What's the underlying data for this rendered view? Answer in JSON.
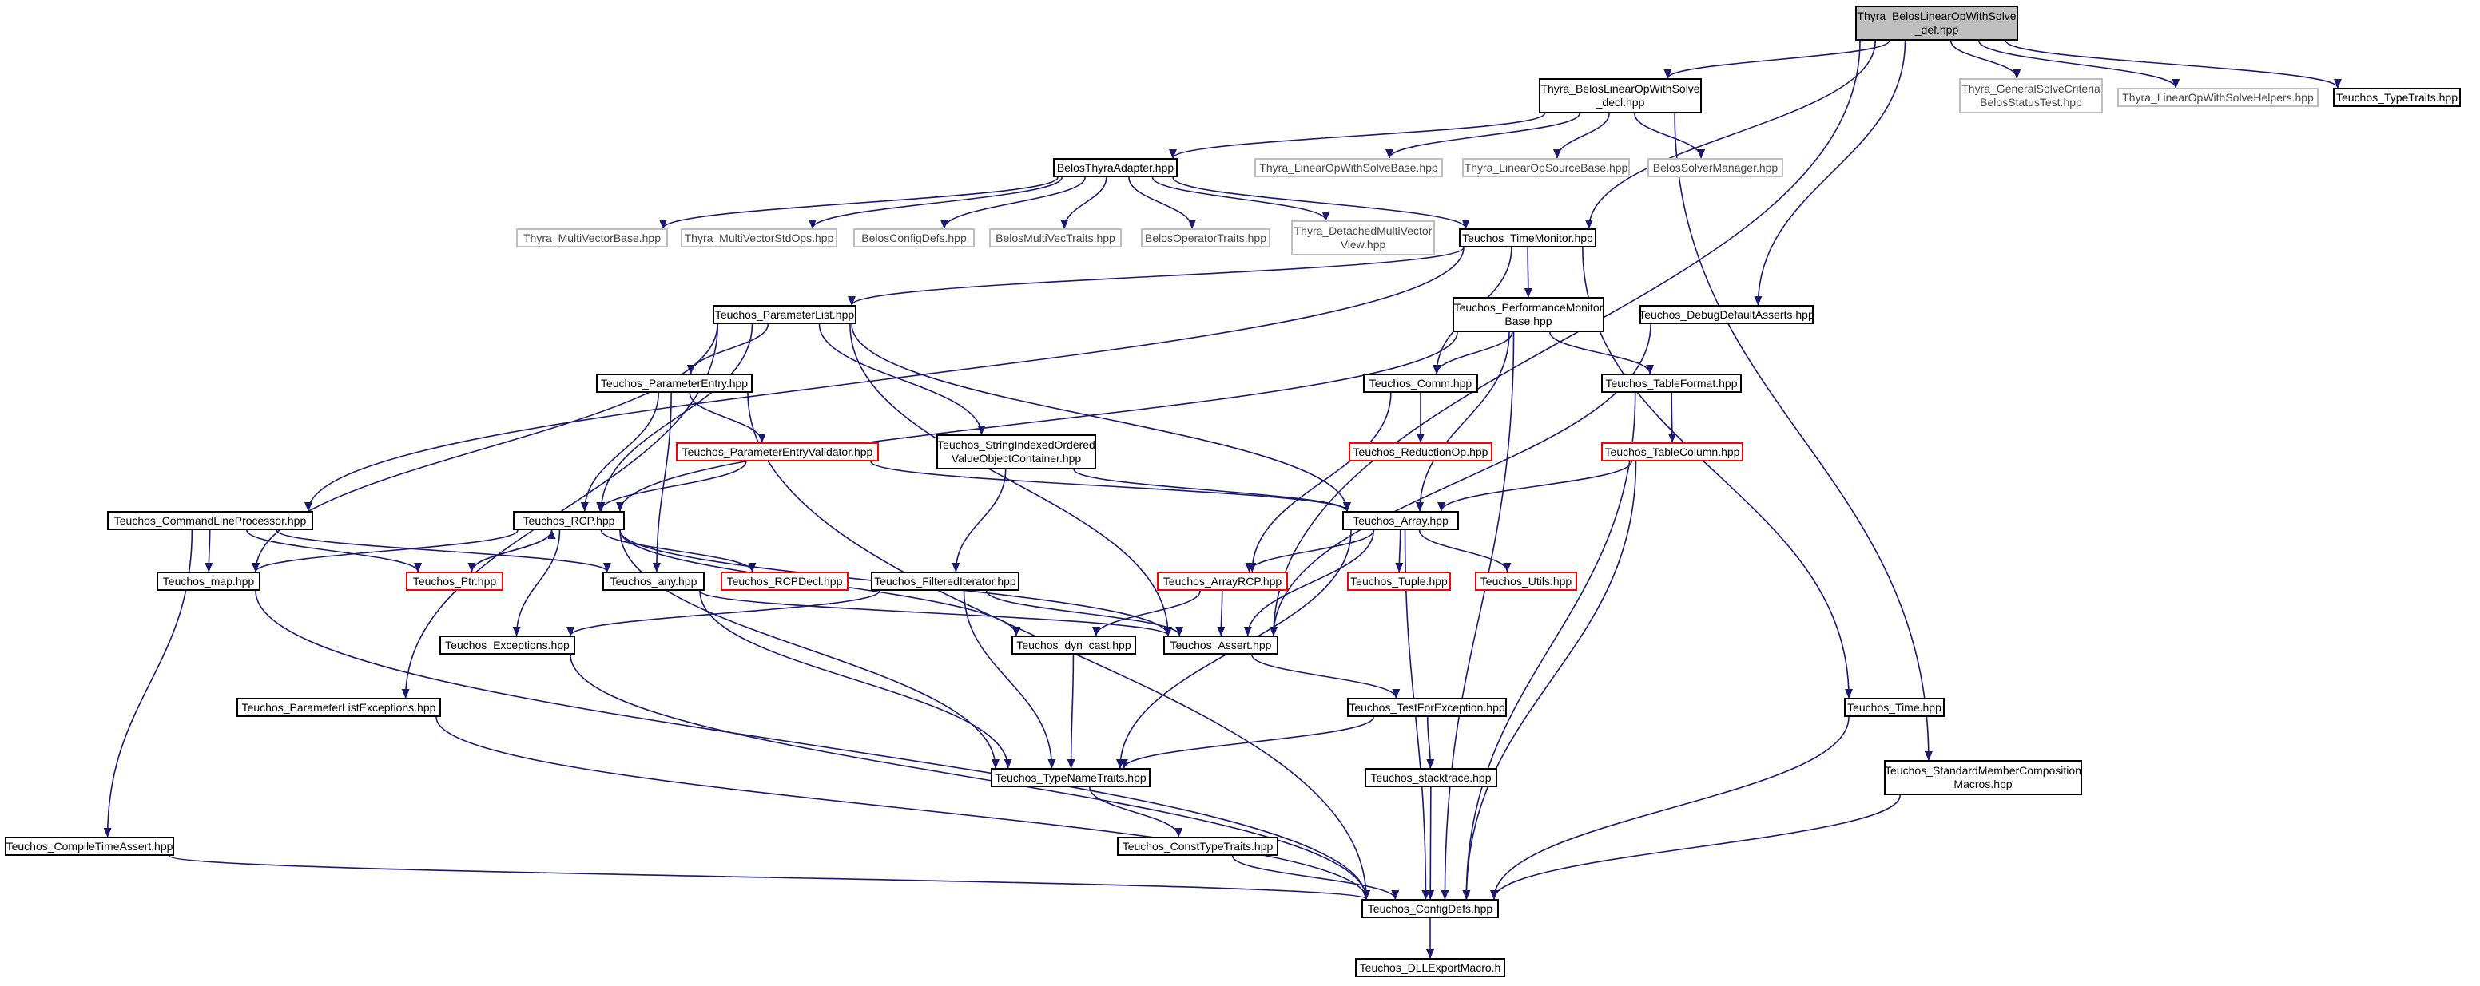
{
  "colors": {
    "edge": "#191970",
    "node_border": "#000000",
    "external_border": "#bfbfbf",
    "incomplete_border": "#ff0000",
    "root_fill": "#bfbfbf"
  },
  "nodes": {
    "thyra_def": {
      "lines": [
        "Thyra_BelosLinearOpWithSolve",
        "_def.hpp"
      ],
      "style": "root"
    },
    "thyra_decl": {
      "lines": [
        "Thyra_BelosLinearOpWithSolve",
        "_decl.hpp"
      ],
      "style": "normal"
    },
    "thyra_gsc": {
      "lines": [
        "Thyra_GeneralSolveCriteria",
        "BelosStatusTest.hpp"
      ],
      "style": "gray"
    },
    "thyra_lowsh": {
      "lines": [
        "Thyra_LinearOpWithSolveHelpers.hpp"
      ],
      "style": "gray"
    },
    "typetraits": {
      "lines": [
        "Teuchos_TypeTraits.hpp"
      ],
      "style": "normal"
    },
    "belosthyra": {
      "lines": [
        "BelosThyraAdapter.hpp"
      ],
      "style": "normal"
    },
    "thyra_lowsb": {
      "lines": [
        "Thyra_LinearOpWithSolveBase.hpp"
      ],
      "style": "gray"
    },
    "thyra_losb": {
      "lines": [
        "Thyra_LinearOpSourceBase.hpp"
      ],
      "style": "gray"
    },
    "belossm": {
      "lines": [
        "BelosSolverManager.hpp"
      ],
      "style": "gray"
    },
    "thyra_mvb": {
      "lines": [
        "Thyra_MultiVectorBase.hpp"
      ],
      "style": "gray"
    },
    "thyra_mvso": {
      "lines": [
        "Thyra_MultiVectorStdOps.hpp"
      ],
      "style": "gray"
    },
    "belosconfig": {
      "lines": [
        "BelosConfigDefs.hpp"
      ],
      "style": "gray"
    },
    "belosmvt": {
      "lines": [
        "BelosMultiVecTraits.hpp"
      ],
      "style": "gray"
    },
    "belosopt": {
      "lines": [
        "BelosOperatorTraits.hpp"
      ],
      "style": "gray"
    },
    "thyra_dmv": {
      "lines": [
        "Thyra_DetachedMultiVector",
        "View.hpp"
      ],
      "style": "gray"
    },
    "timemonitor": {
      "lines": [
        "Teuchos_TimeMonitor.hpp"
      ],
      "style": "normal"
    },
    "paramlist": {
      "lines": [
        "Teuchos_ParameterList.hpp"
      ],
      "style": "normal"
    },
    "perfmon": {
      "lines": [
        "Teuchos_PerformanceMonitor",
        "Base.hpp"
      ],
      "style": "normal"
    },
    "debugdefault": {
      "lines": [
        "Teuchos_DebugDefaultAsserts.hpp"
      ],
      "style": "normal"
    },
    "paramentry": {
      "lines": [
        "Teuchos_ParameterEntry.hpp"
      ],
      "style": "normal"
    },
    "comm": {
      "lines": [
        "Teuchos_Comm.hpp"
      ],
      "style": "normal"
    },
    "tableformat": {
      "lines": [
        "Teuchos_TableFormat.hpp"
      ],
      "style": "normal"
    },
    "peval": {
      "lines": [
        "Teuchos_ParameterEntryValidator.hpp"
      ],
      "style": "red"
    },
    "strindexed": {
      "lines": [
        "Teuchos_StringIndexedOrdered",
        "ValueObjectContainer.hpp"
      ],
      "style": "normal"
    },
    "reductionop": {
      "lines": [
        "Teuchos_ReductionOp.hpp"
      ],
      "style": "red"
    },
    "tablecolumn": {
      "lines": [
        "Teuchos_TableColumn.hpp"
      ],
      "style": "red"
    },
    "cmdline": {
      "lines": [
        "Teuchos_CommandLineProcessor.hpp"
      ],
      "style": "normal"
    },
    "rcp": {
      "lines": [
        "Teuchos_RCP.hpp"
      ],
      "style": "normal"
    },
    "array": {
      "lines": [
        "Teuchos_Array.hpp"
      ],
      "style": "normal"
    },
    "map": {
      "lines": [
        "Teuchos_map.hpp"
      ],
      "style": "normal"
    },
    "ptr": {
      "lines": [
        "Teuchos_Ptr.hpp"
      ],
      "style": "red"
    },
    "any": {
      "lines": [
        "Teuchos_any.hpp"
      ],
      "style": "normal"
    },
    "rcpdecl": {
      "lines": [
        "Teuchos_RCPDecl.hpp"
      ],
      "style": "red"
    },
    "filtered": {
      "lines": [
        "Teuchos_FilteredIterator.hpp"
      ],
      "style": "normal"
    },
    "arrayrcp": {
      "lines": [
        "Teuchos_ArrayRCP.hpp"
      ],
      "style": "red"
    },
    "tuple": {
      "lines": [
        "Teuchos_Tuple.hpp"
      ],
      "style": "red"
    },
    "utils": {
      "lines": [
        "Teuchos_Utils.hpp"
      ],
      "style": "red"
    },
    "exceptions": {
      "lines": [
        "Teuchos_Exceptions.hpp"
      ],
      "style": "normal"
    },
    "dyncast": {
      "lines": [
        "Teuchos_dyn_cast.hpp"
      ],
      "style": "normal"
    },
    "assert": {
      "lines": [
        "Teuchos_Assert.hpp"
      ],
      "style": "normal"
    },
    "plexceptions": {
      "lines": [
        "Teuchos_ParameterListExceptions.hpp"
      ],
      "style": "normal"
    },
    "testforexc": {
      "lines": [
        "Teuchos_TestForException.hpp"
      ],
      "style": "normal"
    },
    "time": {
      "lines": [
        "Teuchos_Time.hpp"
      ],
      "style": "normal"
    },
    "typename": {
      "lines": [
        "Teuchos_TypeNameTraits.hpp"
      ],
      "style": "normal"
    },
    "stacktrace": {
      "lines": [
        "Teuchos_stacktrace.hpp"
      ],
      "style": "normal"
    },
    "stdmember": {
      "lines": [
        "Teuchos_StandardMemberComposition",
        "Macros.hpp"
      ],
      "style": "normal"
    },
    "compiletime": {
      "lines": [
        "Teuchos_CompileTimeAssert.hpp"
      ],
      "style": "normal"
    },
    "consttype": {
      "lines": [
        "Teuchos_ConstTypeTraits.hpp"
      ],
      "style": "normal"
    },
    "configdefs": {
      "lines": [
        "Teuchos_ConfigDefs.hpp"
      ],
      "style": "normal"
    },
    "dllexport": {
      "lines": [
        "Teuchos_DLLExportMacro.h"
      ],
      "style": "normal"
    }
  },
  "edges": [
    [
      "thyra_def",
      "thyra_decl"
    ],
    [
      "thyra_def",
      "thyra_gsc"
    ],
    [
      "thyra_def",
      "thyra_lowsh"
    ],
    [
      "thyra_def",
      "typetraits"
    ],
    [
      "thyra_def",
      "timemonitor"
    ],
    [
      "thyra_def",
      "debugdefault"
    ],
    [
      "thyra_def",
      "assert"
    ],
    [
      "thyra_decl",
      "belosthyra"
    ],
    [
      "thyra_decl",
      "thyra_lowsb"
    ],
    [
      "thyra_decl",
      "thyra_losb"
    ],
    [
      "thyra_decl",
      "belossm"
    ],
    [
      "thyra_decl",
      "stdmember"
    ],
    [
      "belosthyra",
      "thyra_mvb"
    ],
    [
      "belosthyra",
      "thyra_mvso"
    ],
    [
      "belosthyra",
      "belosconfig"
    ],
    [
      "belosthyra",
      "belosmvt"
    ],
    [
      "belosthyra",
      "belosopt"
    ],
    [
      "belosthyra",
      "thyra_dmv"
    ],
    [
      "belosthyra",
      "timemonitor"
    ],
    [
      "timemonitor",
      "paramlist"
    ],
    [
      "timemonitor",
      "perfmon"
    ],
    [
      "timemonitor",
      "comm"
    ],
    [
      "timemonitor",
      "cmdline"
    ],
    [
      "timemonitor",
      "time"
    ],
    [
      "paramlist",
      "paramentry"
    ],
    [
      "paramlist",
      "strindexed"
    ],
    [
      "paramlist",
      "rcp"
    ],
    [
      "paramlist",
      "map"
    ],
    [
      "paramlist",
      "plexceptions"
    ],
    [
      "paramlist",
      "array"
    ],
    [
      "paramlist",
      "assert"
    ],
    [
      "perfmon",
      "comm"
    ],
    [
      "perfmon",
      "tableformat"
    ],
    [
      "perfmon",
      "array"
    ],
    [
      "perfmon",
      "rcp"
    ],
    [
      "perfmon",
      "configdefs"
    ],
    [
      "paramentry",
      "peval"
    ],
    [
      "paramentry",
      "rcp"
    ],
    [
      "paramentry",
      "any"
    ],
    [
      "paramentry",
      "configdefs"
    ],
    [
      "peval",
      "rcp"
    ],
    [
      "peval",
      "array"
    ],
    [
      "strindexed",
      "filtered"
    ],
    [
      "strindexed",
      "array"
    ],
    [
      "comm",
      "reductionop"
    ],
    [
      "comm",
      "arrayrcp"
    ],
    [
      "tableformat",
      "tablecolumn"
    ],
    [
      "tableformat",
      "configdefs"
    ],
    [
      "tablecolumn",
      "array"
    ],
    [
      "tablecolumn",
      "configdefs"
    ],
    [
      "debugdefault",
      "assert"
    ],
    [
      "cmdline",
      "map"
    ],
    [
      "cmdline",
      "ptr"
    ],
    [
      "cmdline",
      "any"
    ],
    [
      "cmdline",
      "compiletime"
    ],
    [
      "rcp",
      "ptr"
    ],
    [
      "ptr",
      "rcp"
    ],
    [
      "rcp",
      "map"
    ],
    [
      "rcp",
      "rcpdecl"
    ],
    [
      "rcp",
      "exceptions"
    ],
    [
      "rcp",
      "dyncast"
    ],
    [
      "rcp",
      "assert"
    ],
    [
      "rcp",
      "typename"
    ],
    [
      "array",
      "arrayrcp"
    ],
    [
      "array",
      "tuple"
    ],
    [
      "array",
      "utils"
    ],
    [
      "array",
      "assert"
    ],
    [
      "array",
      "typename"
    ],
    [
      "array",
      "configdefs"
    ],
    [
      "arrayrcp",
      "dyncast"
    ],
    [
      "arrayrcp",
      "assert"
    ],
    [
      "any",
      "assert"
    ],
    [
      "any",
      "typename"
    ],
    [
      "filtered",
      "exceptions"
    ],
    [
      "filtered",
      "assert"
    ],
    [
      "filtered",
      "typename"
    ],
    [
      "map",
      "configdefs"
    ],
    [
      "exceptions",
      "configdefs"
    ],
    [
      "dyncast",
      "typename"
    ],
    [
      "assert",
      "testforexc"
    ],
    [
      "testforexc",
      "typename"
    ],
    [
      "testforexc",
      "stacktrace"
    ],
    [
      "plexceptions",
      "configdefs"
    ],
    [
      "typename",
      "consttype"
    ],
    [
      "stacktrace",
      "configdefs"
    ],
    [
      "consttype",
      "configdefs"
    ],
    [
      "time",
      "configdefs"
    ],
    [
      "stdmember",
      "configdefs"
    ],
    [
      "compiletime",
      "configdefs"
    ],
    [
      "configdefs",
      "dllexport"
    ]
  ]
}
